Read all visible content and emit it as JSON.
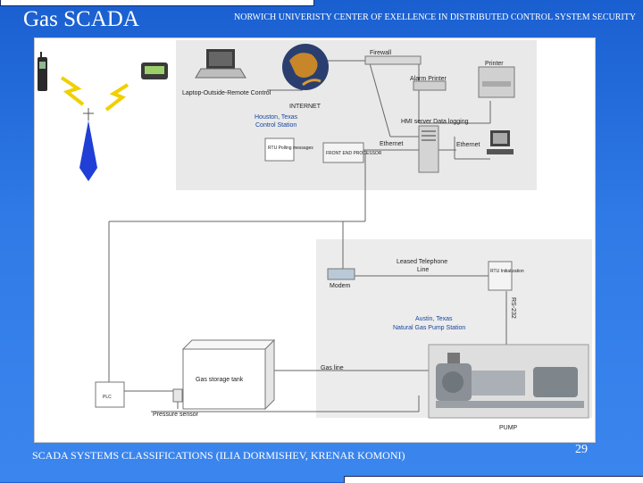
{
  "slide": {
    "title": "Gas SCADA",
    "subtitle": "NORWICH UNIVERISTY CENTER OF EXELLENCE IN DISTRIBUTED CONTROL SYSTEM SECURITY",
    "footer": "SCADA SYSTEMS CLASSIFICATIONS (ILIA DORMISHEV, KRENAR KOMONI)",
    "page_number": "29"
  },
  "diagram": {
    "laptop_label": "Laptop-Outside-Remote Control",
    "internet_label": "INTERNET",
    "firewall_label": "Firewall",
    "printer_label": "Printer",
    "alarm_printer_label": "Alarm Printer",
    "hmi_label": "HMI server Data logging",
    "ethernet_left_label": "Ethernet",
    "ethernet_right_label": "Ethernet",
    "houston_label_line1": "Houston, Texas",
    "houston_label_line2": "Control Station",
    "rtu_houston_label": "RTU Polling messages",
    "front_end_label": "FRONT END PROCESSOR",
    "leased_line_label_line1": "Leased Telephone",
    "leased_line_label_line2": "Line",
    "modem_label": "Modem",
    "rtu_austin_label": "RTU Initialization",
    "rs232_label": "RS-232",
    "austin_label_line1": "Austin, Texas",
    "austin_label_line2": "Natural Gas Pump Station",
    "gas_line_label": "Gas line",
    "gas_tank_label": "Gas storage tank",
    "plc_label": "PLC",
    "pressure_sensor_label": "Pressure sensor",
    "pump_label": "PUMP"
  }
}
